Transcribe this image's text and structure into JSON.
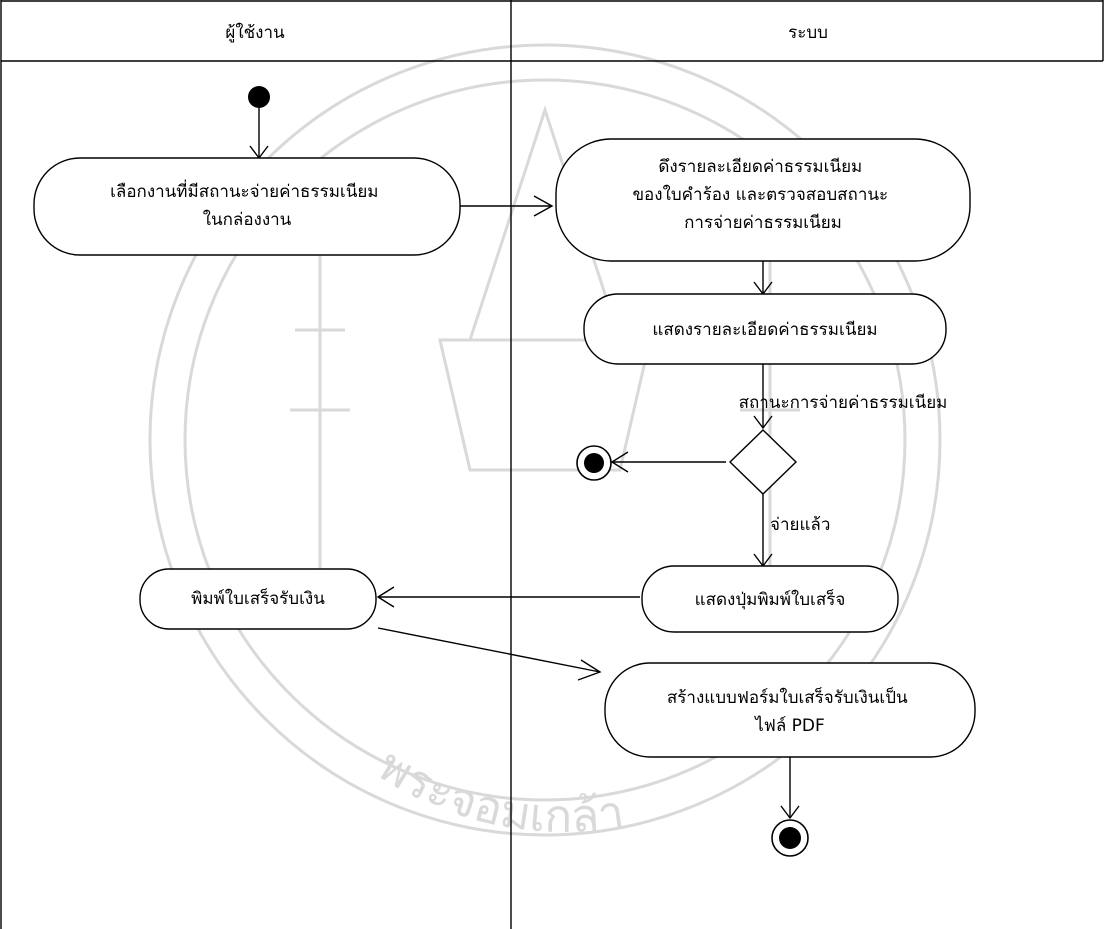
{
  "lanes": {
    "user": "ผู้ใช้งาน",
    "system": "ระบบ"
  },
  "nodes": {
    "select_task": [
      "เลือกงานที่มีสถานะจ่ายค่าธรรมเนียม",
      "ในกล่องงาน"
    ],
    "fetch_details": [
      "ดึงรายละเอียดค่าธรรมเนียม",
      "ของใบคำร้อง และตรวจสอบสถานะ",
      "การจ่ายค่าธรรมเนียม"
    ],
    "show_details": [
      "แสดงรายละเอียดค่าธรรมเนียม"
    ],
    "show_print_button": [
      "แสดงปุ่มพิมพ์ใบเสร็จ"
    ],
    "print_receipt": [
      "พิมพ์ใบเสร็จรับเงิน"
    ],
    "create_pdf": [
      "สร้างแบบฟอร์มใบเสร็จรับเงินเป็น",
      "ไฟล์ PDF"
    ]
  },
  "labels": {
    "decision_guard": "สถานะการจ่ายค่าธรรมเนียม",
    "paid": "จ่ายแล้ว"
  },
  "watermark": {
    "text": "พระจอมเกล้า"
  }
}
